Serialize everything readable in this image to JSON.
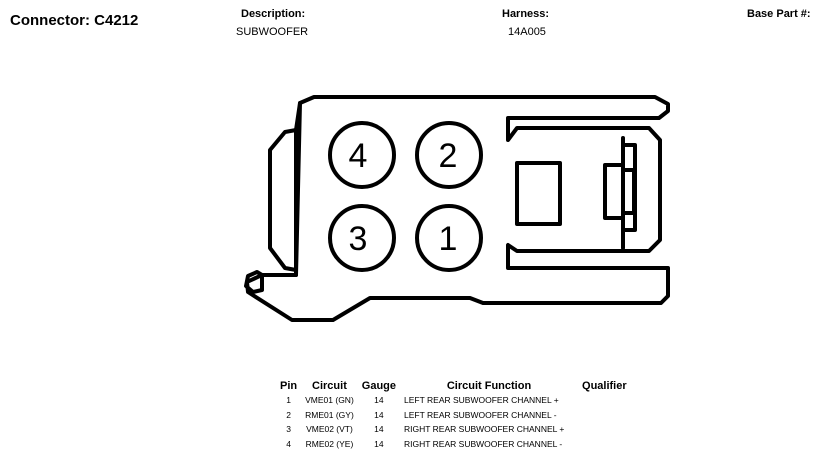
{
  "header": {
    "connector_title": "Connector: C4212",
    "description_label": "Description:",
    "description_value": "SUBWOOFER",
    "harness_label": "Harness:",
    "harness_value": "14A005",
    "base_part_label": "Base Part #:"
  },
  "diagram": {
    "pins": [
      {
        "label": "4"
      },
      {
        "label": "2"
      },
      {
        "label": "3"
      },
      {
        "label": "1"
      }
    ]
  },
  "table": {
    "headers": [
      "Pin",
      "Circuit",
      "Gauge",
      "Circuit Function",
      "Qualifier"
    ],
    "rows": [
      {
        "pin": "1",
        "circuit": "VME01 (GN)",
        "gauge": "14",
        "function": "LEFT REAR SUBWOOFER CHANNEL +",
        "qualifier": ""
      },
      {
        "pin": "2",
        "circuit": "RME01 (GY)",
        "gauge": "14",
        "function": "LEFT REAR SUBWOOFER CHANNEL -",
        "qualifier": ""
      },
      {
        "pin": "3",
        "circuit": "VME02 (VT)",
        "gauge": "14",
        "function": "RIGHT REAR SUBWOOFER CHANNEL +",
        "qualifier": ""
      },
      {
        "pin": "4",
        "circuit": "RME02 (YE)",
        "gauge": "14",
        "function": "RIGHT REAR SUBWOOFER CHANNEL -",
        "qualifier": ""
      }
    ]
  }
}
